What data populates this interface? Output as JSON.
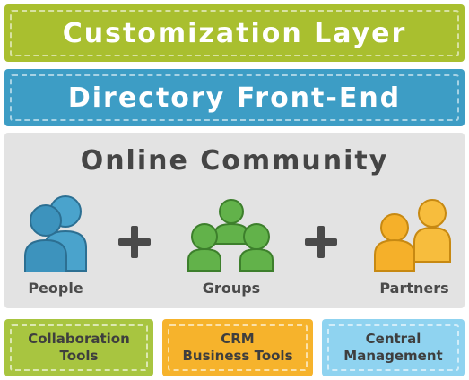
{
  "layers": {
    "customization": "Customization Layer",
    "directory": "Directory Front-End"
  },
  "community": {
    "title": "Online Community",
    "groups": [
      {
        "label": "People",
        "icon": "people-icon",
        "color": "#3d9dc5"
      },
      {
        "label": "Groups",
        "icon": "groups-icon",
        "color": "#62b24a"
      },
      {
        "label": "Partners",
        "icon": "partners-icon",
        "color": "#f6b32c"
      }
    ]
  },
  "tools": [
    {
      "label": "Collaboration\nTools",
      "color": "#a8c540"
    },
    {
      "label": "CRM\nBusiness Tools",
      "color": "#f6b32c"
    },
    {
      "label": "Central\nManagement",
      "color": "#8fd3f0"
    }
  ],
  "colors": {
    "customization_band": "#a9bf2f",
    "directory_band": "#3d9dc5",
    "community_bg": "#e3e3e3"
  }
}
